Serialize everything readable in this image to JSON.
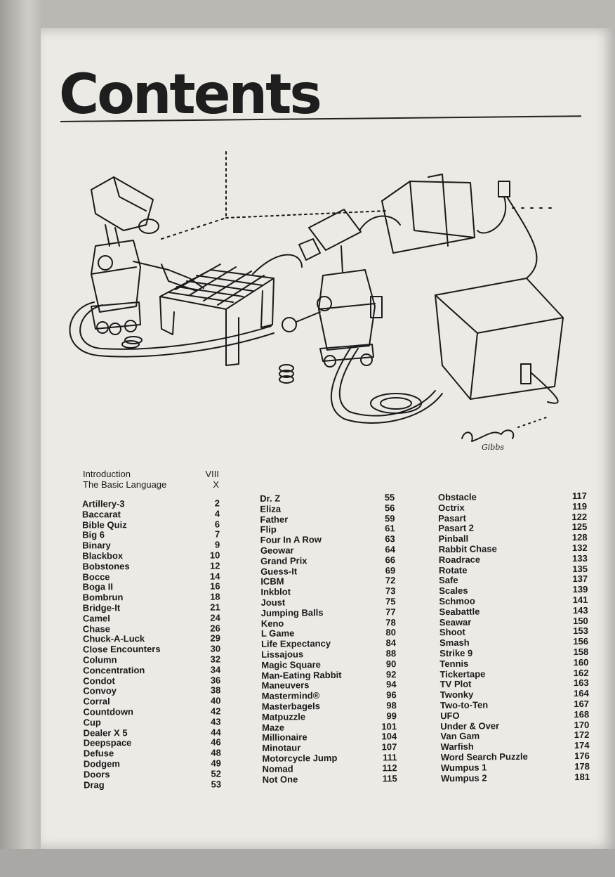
{
  "title": "Contents",
  "signature": "Gibbs",
  "intro": [
    {
      "title": "Introduction",
      "page": "VIII"
    },
    {
      "title": "The Basic Language",
      "page": "X"
    }
  ],
  "columns": [
    [
      {
        "title": "Artillery-3",
        "page": "2"
      },
      {
        "title": "Baccarat",
        "page": "4"
      },
      {
        "title": "Bible Quiz",
        "page": "6"
      },
      {
        "title": "Big 6",
        "page": "7"
      },
      {
        "title": "Binary",
        "page": "9"
      },
      {
        "title": "Blackbox",
        "page": "10"
      },
      {
        "title": "Bobstones",
        "page": "12"
      },
      {
        "title": "Bocce",
        "page": "14"
      },
      {
        "title": "Boga II",
        "page": "16"
      },
      {
        "title": "Bombrun",
        "page": "18"
      },
      {
        "title": "Bridge-It",
        "page": "21"
      },
      {
        "title": "Camel",
        "page": "24"
      },
      {
        "title": "Chase",
        "page": "26"
      },
      {
        "title": "Chuck-A-Luck",
        "page": "29"
      },
      {
        "title": "Close Encounters",
        "page": "30"
      },
      {
        "title": "Column",
        "page": "32"
      },
      {
        "title": "Concentration",
        "page": "34"
      },
      {
        "title": "Condot",
        "page": "36"
      },
      {
        "title": "Convoy",
        "page": "38"
      },
      {
        "title": "Corral",
        "page": "40"
      },
      {
        "title": "Countdown",
        "page": "42"
      },
      {
        "title": "Cup",
        "page": "43"
      },
      {
        "title": "Dealer X 5",
        "page": "44"
      },
      {
        "title": "Deepspace",
        "page": "46"
      },
      {
        "title": "Defuse",
        "page": "48"
      },
      {
        "title": "Dodgem",
        "page": "49"
      },
      {
        "title": "Doors",
        "page": "52"
      },
      {
        "title": "Drag",
        "page": "53"
      }
    ],
    [
      {
        "title": "Dr. Z",
        "page": "55"
      },
      {
        "title": "Eliza",
        "page": "56"
      },
      {
        "title": "Father",
        "page": "59"
      },
      {
        "title": "Flip",
        "page": "61"
      },
      {
        "title": "Four In A Row",
        "page": "63"
      },
      {
        "title": "Geowar",
        "page": "64"
      },
      {
        "title": "Grand Prix",
        "page": "66"
      },
      {
        "title": "Guess-It",
        "page": "69"
      },
      {
        "title": "ICBM",
        "page": "72"
      },
      {
        "title": "Inkblot",
        "page": "73"
      },
      {
        "title": "Joust",
        "page": "75"
      },
      {
        "title": "Jumping Balls",
        "page": "77"
      },
      {
        "title": "Keno",
        "page": "78"
      },
      {
        "title": "L Game",
        "page": "80"
      },
      {
        "title": "Life Expectancy",
        "page": "84"
      },
      {
        "title": "Lissajous",
        "page": "88"
      },
      {
        "title": "Magic Square",
        "page": "90"
      },
      {
        "title": "Man-Eating Rabbit",
        "page": "92"
      },
      {
        "title": "Maneuvers",
        "page": "94"
      },
      {
        "title": "Mastermind®",
        "page": "96"
      },
      {
        "title": "Masterbagels",
        "page": "98"
      },
      {
        "title": "Matpuzzle",
        "page": "99"
      },
      {
        "title": "Maze",
        "page": "101"
      },
      {
        "title": "Millionaire",
        "page": "104"
      },
      {
        "title": "Minotaur",
        "page": "107"
      },
      {
        "title": "Motorcycle Jump",
        "page": "111"
      },
      {
        "title": "Nomad",
        "page": "112"
      },
      {
        "title": "Not One",
        "page": "115"
      }
    ],
    [
      {
        "title": "Obstacle",
        "page": "117"
      },
      {
        "title": "Octrix",
        "page": "119"
      },
      {
        "title": "Pasart",
        "page": "122"
      },
      {
        "title": "Pasart 2",
        "page": "125"
      },
      {
        "title": "Pinball",
        "page": "128"
      },
      {
        "title": "Rabbit Chase",
        "page": "132"
      },
      {
        "title": "Roadrace",
        "page": "133"
      },
      {
        "title": "Rotate",
        "page": "135"
      },
      {
        "title": "Safe",
        "page": "137"
      },
      {
        "title": "Scales",
        "page": "139"
      },
      {
        "title": "Schmoo",
        "page": "141"
      },
      {
        "title": "Seabattle",
        "page": "143"
      },
      {
        "title": "Seawar",
        "page": "150"
      },
      {
        "title": "Shoot",
        "page": "153"
      },
      {
        "title": "Smash",
        "page": "156"
      },
      {
        "title": "Strike 9",
        "page": "158"
      },
      {
        "title": "Tennis",
        "page": "160"
      },
      {
        "title": "Tickertape",
        "page": "162"
      },
      {
        "title": "TV Plot",
        "page": "163"
      },
      {
        "title": "Twonky",
        "page": "164"
      },
      {
        "title": "Two-to-Ten",
        "page": "167"
      },
      {
        "title": "UFO",
        "page": "168"
      },
      {
        "title": "Under & Over",
        "page": "170"
      },
      {
        "title": "Van Gam",
        "page": "172"
      },
      {
        "title": "Warfish",
        "page": "174"
      },
      {
        "title": "Word Search Puzzle",
        "page": "176"
      },
      {
        "title": "Wumpus 1",
        "page": "178"
      },
      {
        "title": "Wumpus 2",
        "page": "181"
      }
    ]
  ]
}
